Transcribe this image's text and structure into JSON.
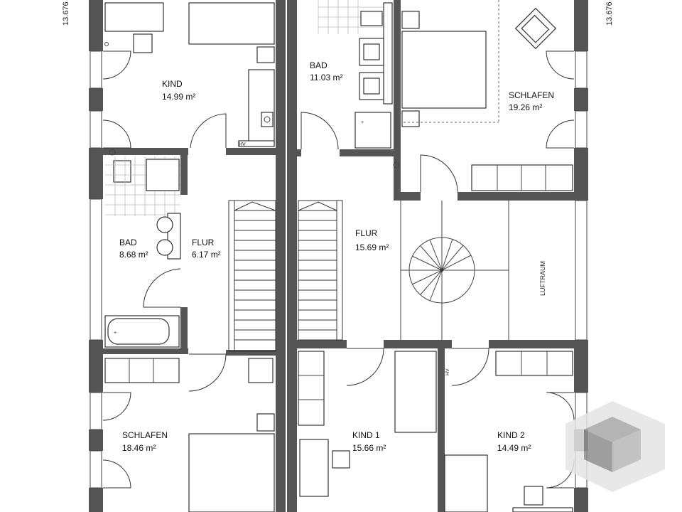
{
  "dimensions": {
    "left": "13.676",
    "right": "13.676"
  },
  "rooms": {
    "kind_top": {
      "name": "KIND",
      "area": "14.99 m²"
    },
    "bad_top": {
      "name": "BAD",
      "area": "11.03 m²"
    },
    "schlafen_top": {
      "name": "SCHLAFEN",
      "area": "19.26 m²"
    },
    "bad_left": {
      "name": "BAD",
      "area": "8.68 m²"
    },
    "flur_left": {
      "name": "FLUR",
      "area": "6.17 m²"
    },
    "flur_center": {
      "name": "FLUR",
      "area": "15.69 m²"
    },
    "schlafen_bottom": {
      "name": "SCHLAFEN",
      "area": "18.46 m²"
    },
    "kind1": {
      "name": "KIND 1",
      "area": "15.66 m²"
    },
    "kind2": {
      "name": "KIND 2",
      "area": "14.49 m²"
    }
  },
  "labels": {
    "luftraum": "LUFTRAUM",
    "hv": "HV"
  },
  "colors": {
    "wall": "#555555",
    "line": "#333333",
    "tile": "#bbbbbb",
    "logo_light": "#e4e4e4",
    "logo_dark": "#9a9a9a"
  }
}
